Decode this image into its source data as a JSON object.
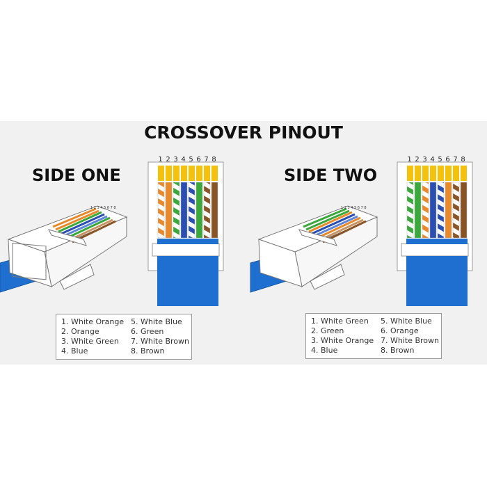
{
  "title": "CROSSOVER PINOUT",
  "colors": {
    "white": "#ffffff",
    "orange": "#e8892b",
    "green": "#3aa83a",
    "blue": "#2a4fb0",
    "brown": "#8a5526",
    "cable": "#1e6fd0",
    "gold": "#f4c20d"
  },
  "sides": [
    {
      "title": "SIDE ONE",
      "pin_numbers": [
        "1",
        "2",
        "3",
        "4",
        "5",
        "6",
        "7",
        "8"
      ],
      "wires": [
        {
          "base": "white",
          "stripe": "orange"
        },
        {
          "base": "orange",
          "stripe": ""
        },
        {
          "base": "white",
          "stripe": "green"
        },
        {
          "base": "blue",
          "stripe": ""
        },
        {
          "base": "white",
          "stripe": "blue"
        },
        {
          "base": "green",
          "stripe": ""
        },
        {
          "base": "white",
          "stripe": "brown"
        },
        {
          "base": "brown",
          "stripe": ""
        }
      ],
      "legend": [
        "1. White Orange",
        "2. Orange",
        "3. White Green",
        "4. Blue",
        "5. White Blue",
        "6. Green",
        "7. White Brown",
        "8. Brown"
      ]
    },
    {
      "title": "SIDE TWO",
      "pin_numbers": [
        "1",
        "2",
        "3",
        "4",
        "5",
        "6",
        "7",
        "8"
      ],
      "wires": [
        {
          "base": "white",
          "stripe": "green"
        },
        {
          "base": "green",
          "stripe": ""
        },
        {
          "base": "white",
          "stripe": "orange"
        },
        {
          "base": "blue",
          "stripe": ""
        },
        {
          "base": "white",
          "stripe": "blue"
        },
        {
          "base": "orange",
          "stripe": ""
        },
        {
          "base": "white",
          "stripe": "brown"
        },
        {
          "base": "brown",
          "stripe": ""
        }
      ],
      "legend": [
        "1. White Green",
        "2. Green",
        "3. White Orange",
        "4. Blue",
        "5. White Blue",
        "6. Orange",
        "7. White Brown",
        "8. Brown"
      ]
    }
  ]
}
